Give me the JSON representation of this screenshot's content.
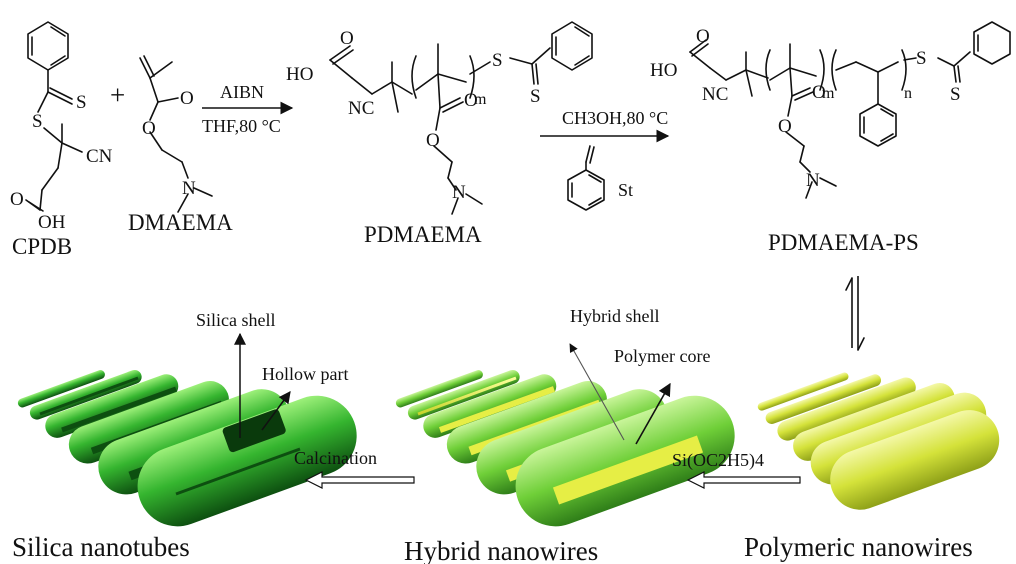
{
  "reagents": {
    "cpdb": "CPDB",
    "dmaema": "DMAEMA",
    "plus": "+",
    "step1_top": "AIBN",
    "step1_bottom": "THF,80 °C",
    "pdmaema": "PDMAEMA",
    "step2_top": "CH3OH,80 °C",
    "styrene": "St",
    "pdmaema_ps": "PDMAEMA-PS"
  },
  "atoms": {
    "S": "S",
    "CN": "CN",
    "NC": "NC",
    "O": "O",
    "OH": "OH",
    "HO": "HO",
    "N": "N",
    "m": "m",
    "n": "n"
  },
  "process": {
    "calcination": "Calcination",
    "teos": "Si(OC2H5)4"
  },
  "labels": {
    "silica_shell": "Silica shell",
    "hollow_part": "Hollow part",
    "hybrid_shell": "Hybrid shell",
    "polymer_core": "Polymer core"
  },
  "stages": {
    "silica": "Silica nanotubes",
    "hybrid": "Hybrid nanowires",
    "polymeric": "Polymeric nanowires"
  },
  "colors": {
    "silica_green": "#2faa2a",
    "hybrid_green": "#7fd43a",
    "polymer_yellow": "#d6e43a",
    "core_yellow": "#e6ee45"
  }
}
